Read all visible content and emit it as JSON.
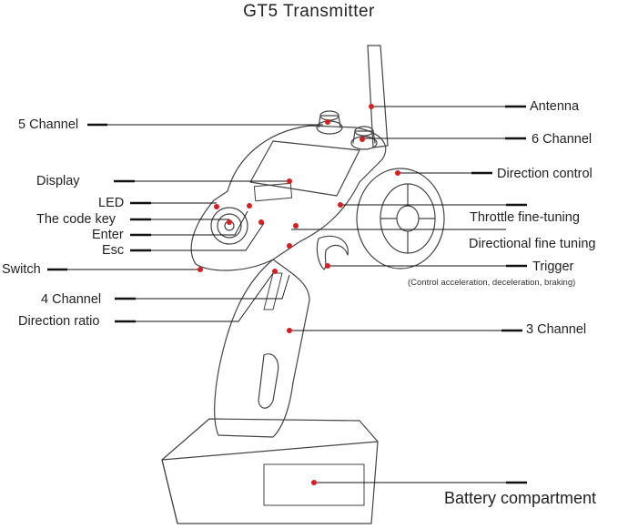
{
  "title": "GT5 Transmitter",
  "labels": {
    "antenna": "Antenna",
    "channel6": "6 Channel",
    "direction_control": "Direction control",
    "throttle_fine_tuning": "Throttle fine-tuning",
    "directional_fine_tuning": "Directional fine tuning",
    "trigger": "Trigger",
    "trigger_note": "(Control acceleration, deceleration, braking)",
    "channel3": "3 Channel",
    "battery": "Battery compartment",
    "channel5": "5 Channel",
    "display": "Display",
    "led": "LED",
    "code_key": "The code key",
    "enter": "Enter",
    "esc": "Esc",
    "switch": "Switch",
    "channel4": "4 Channel",
    "direction_ratio": "Direction ratio"
  },
  "colors": {
    "callout_dot": "#d42020",
    "leader_line": "#111111",
    "outline": "#444444"
  }
}
